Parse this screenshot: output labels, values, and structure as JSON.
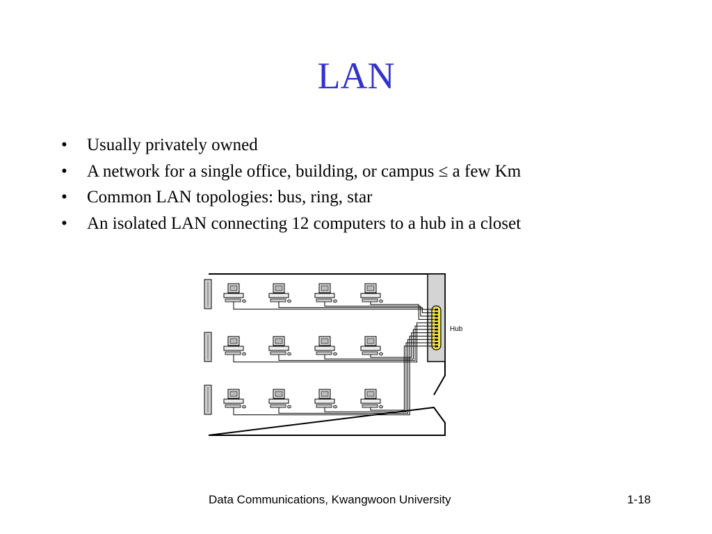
{
  "slide": {
    "title": "LAN",
    "bullet_glyph": "•",
    "bullets": [
      "Usually privately owned",
      "A network for a single office, building, or campus ≤ a few Km",
      "Common LAN topologies: bus, ring, star",
      "An isolated LAN connecting 12 computers to a hub in a closet"
    ]
  },
  "diagram": {
    "hub_label": "Hub",
    "computer_rows": 3,
    "computers_per_row": 4
  },
  "footer": {
    "left": "Data Communications, Kwangwoon University",
    "right": "1-18"
  }
}
